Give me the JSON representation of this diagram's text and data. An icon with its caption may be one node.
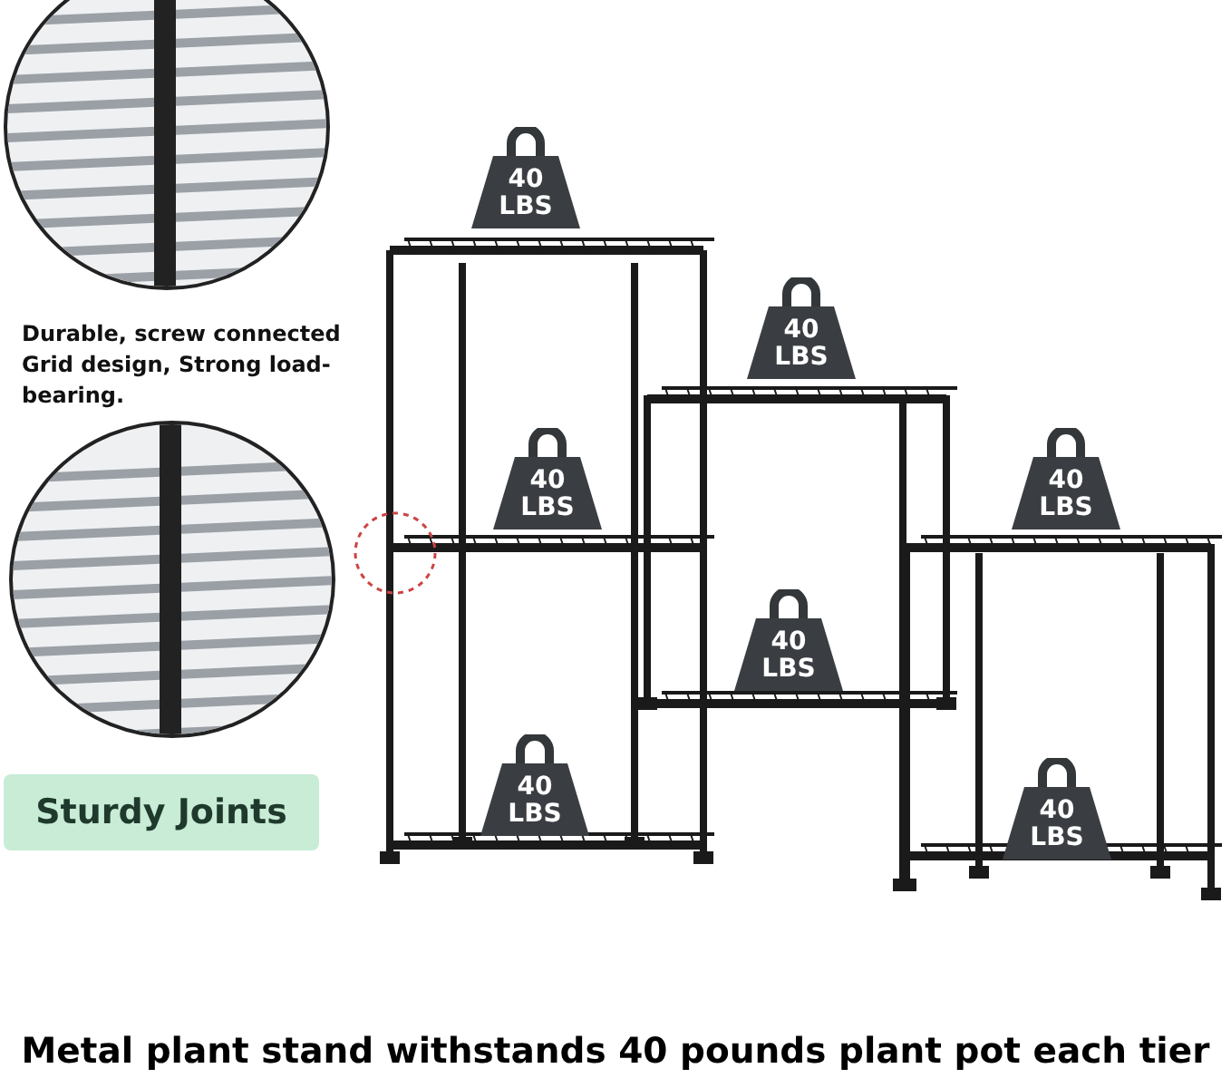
{
  "diagram": {
    "caption": "Metal plant stand withstands 40 pounds plant pot each tier",
    "nodes": [
      {
        "text": [],
        "shape": "picture"
      },
      {
        "text": [],
        "shape": "picture"
      },
      {
        "text": [
          "Sturdy Joints"
        ]
      },
      {
        "text": [
          "40 LBS"
        ]
      },
      {
        "text": [
          "40 LBS"
        ]
      },
      {
        "text": [
          "40 LBS"
        ]
      },
      {
        "text": [
          "40 LBS"
        ]
      },
      {
        "text": [
          "40 LBS"
        ]
      },
      {
        "text": [
          "40 LBS"
        ]
      },
      {
        "text": [
          "40 LBS"
        ]
      }
    ],
    "labels": [
      "Durable, screw connected Grid design, Strong load-bearing."
    ]
  }
}
